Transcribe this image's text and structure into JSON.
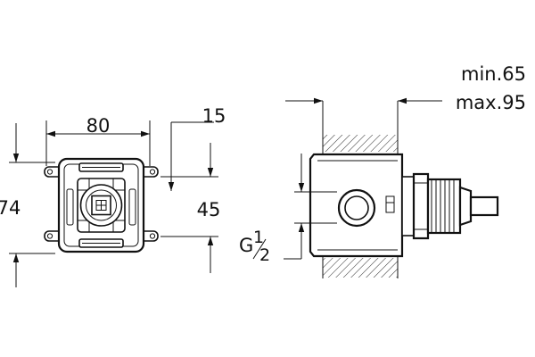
{
  "front_view": {
    "width_label": "80",
    "offset_label": "15",
    "height_label": "74",
    "center_label": "45"
  },
  "side_view": {
    "min_depth_label": "min.65",
    "max_depth_label": "max.95",
    "thread_label_base": "G",
    "thread_label_num": "1",
    "thread_label_den": "2"
  }
}
